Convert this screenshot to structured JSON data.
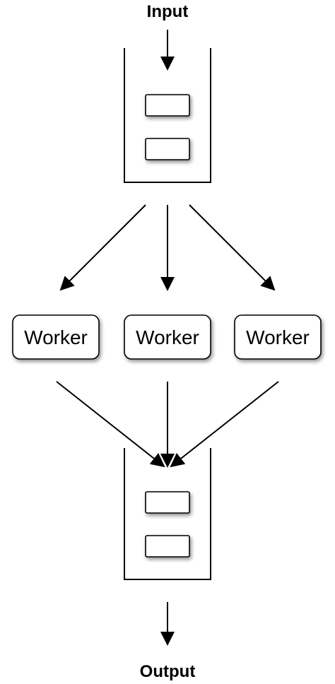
{
  "diagram": {
    "input_label": "Input",
    "output_label": "Output",
    "workers": [
      {
        "label": "Worker"
      },
      {
        "label": "Worker"
      },
      {
        "label": "Worker"
      }
    ],
    "colors": {
      "stroke": "#000000",
      "fill": "#ffffff",
      "shadow": "#000000"
    }
  }
}
